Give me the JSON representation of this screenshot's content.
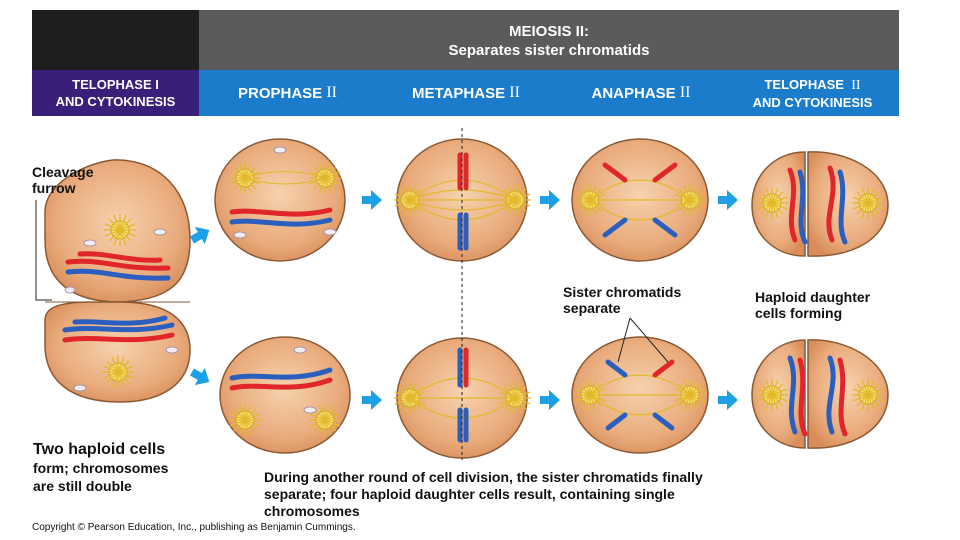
{
  "header": {
    "title_line1": "MEIOSIS II:",
    "title_line2": "Separates sister chromatids"
  },
  "stages": {
    "telophase1": {
      "line1": "TELOPHASE I",
      "line2": "AND CYTOKINESIS"
    },
    "prophase2": {
      "name": "PROPHASE ",
      "numeral": "II"
    },
    "metaphase2": {
      "name": "METAPHASE ",
      "numeral": "II"
    },
    "anaphase2": {
      "name": "ANAPHASE ",
      "numeral": "II"
    },
    "telophase2": {
      "line1_name": "TELOPHASE ",
      "line1_numeral": "II",
      "line2": "AND CYTOKINESIS"
    }
  },
  "labels": {
    "cleavage_line1": "Cleavage",
    "cleavage_line2": "furrow",
    "sister_line1": "Sister chromatids",
    "sister_line2": "separate",
    "haploid_line1": "Haploid daughter",
    "haploid_line2": "cells forming",
    "two_haploid_line1": "Two haploid cells",
    "two_haploid_line2": "form; chromosomes",
    "two_haploid_line3": "are still double",
    "summary_line1": "During another round of cell division, the sister chromatids finally",
    "summary_line2": "separate; four haploid daughter cells result, containing single",
    "summary_line3": "chromosomes",
    "copyright": "Copyright © Pearson Education, Inc., publishing as Benjamin Cummings."
  },
  "colors": {
    "header_black": "#1e1e1e",
    "header_gray": "#5b5b5b",
    "telophase1_bar": "#3a1f7a",
    "stage_bar": "#1b7ccc",
    "arrow": "#1ea0e6",
    "cell_fill": "#e9a878",
    "cell_stroke": "#8a5a34",
    "spindle": "#e8c438",
    "chromosome_red": "#e0262b",
    "chromosome_blue": "#2a5fbf"
  }
}
